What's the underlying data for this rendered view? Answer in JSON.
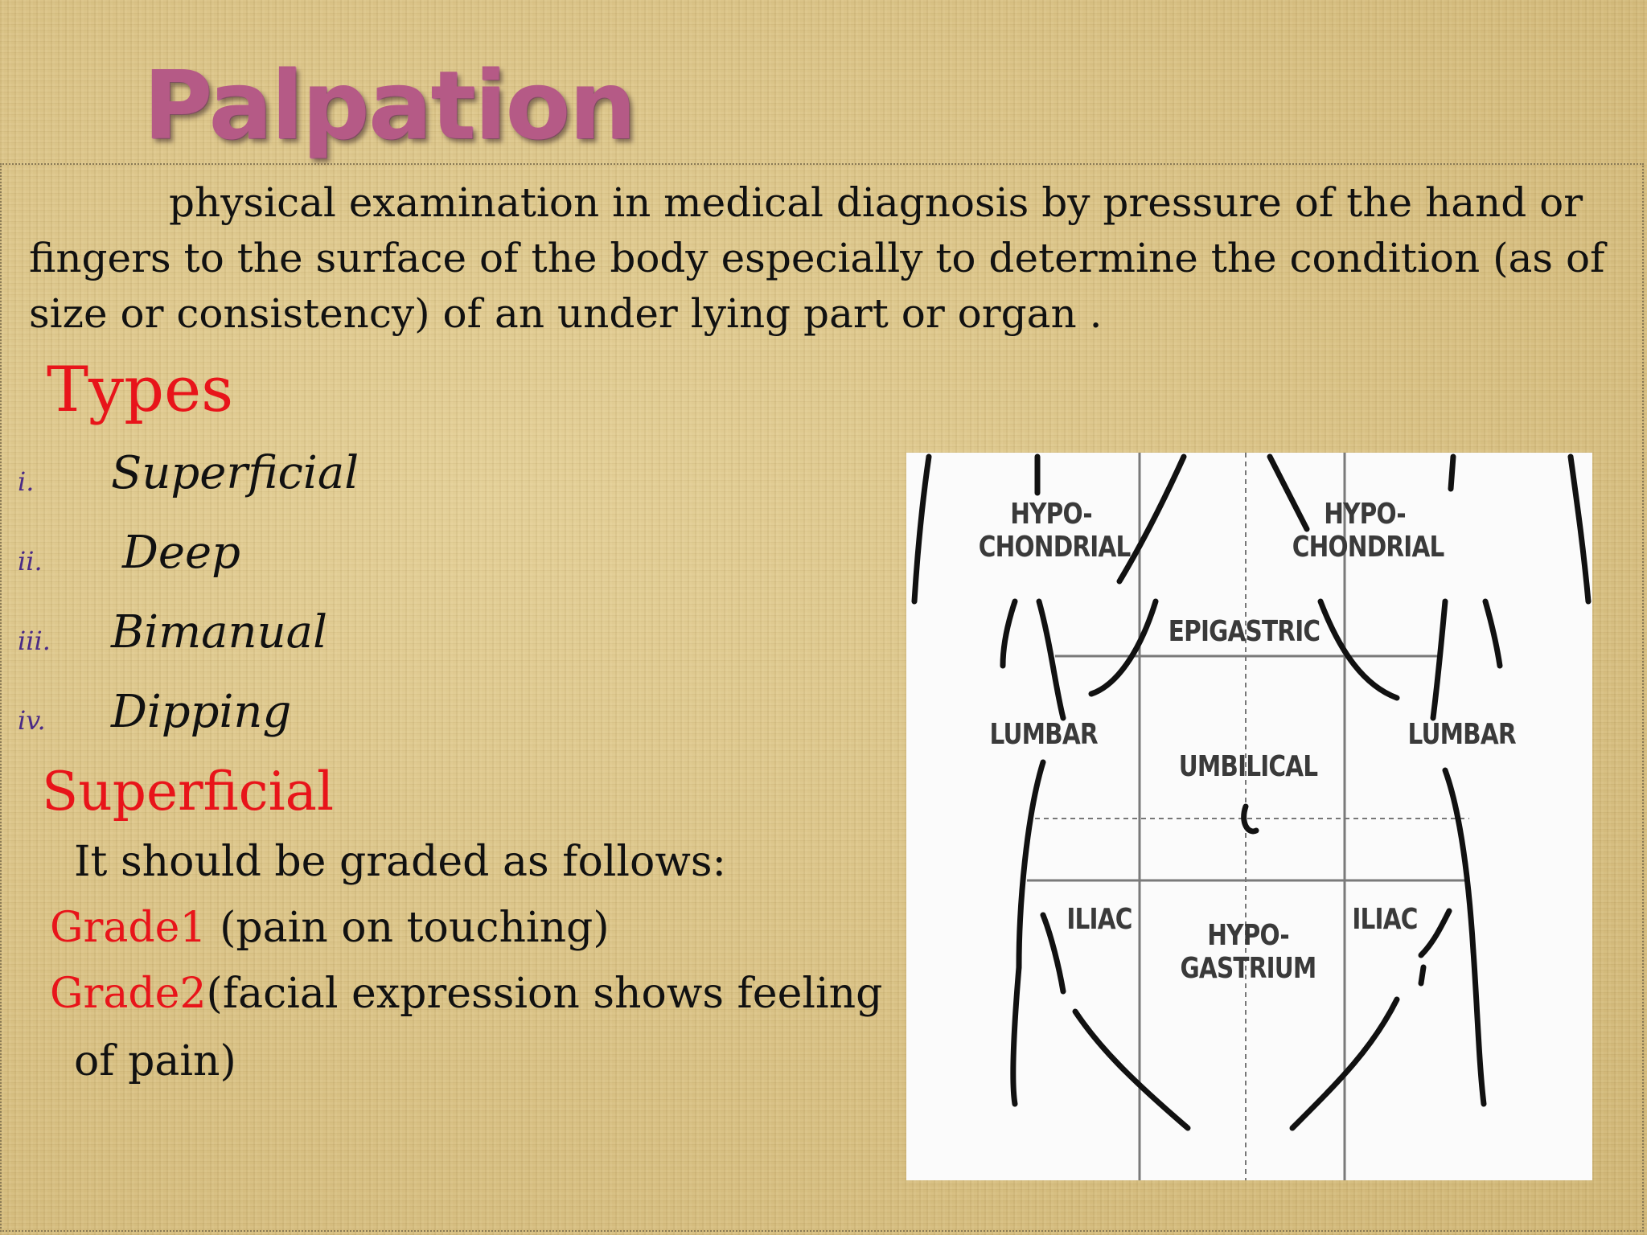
{
  "slide": {
    "title": "Palpation",
    "definition": "physical examination in medical diagnosis by pressure of the hand or fingers to the surface of the body especially to determine the condition (as of size or consistency) of an under lying part or organ .",
    "types_heading": "Types",
    "types": [
      {
        "numeral": "i.",
        "label": "Superficial"
      },
      {
        "numeral": "ii.",
        "label": "Deep"
      },
      {
        "numeral": "iii.",
        "label": "Bimanual"
      },
      {
        "numeral": "iv.",
        "label": "Dipping"
      }
    ],
    "superficial_heading": "Superficial",
    "graded_text": "It should be graded as follows:",
    "grades": [
      {
        "label": "Grade1",
        "text": " (pain on touching)"
      },
      {
        "label": "Grade2",
        "text": "(facial expression shows feeling"
      }
    ],
    "grade2_continuation": "of pain)"
  },
  "diagram": {
    "regions": {
      "left_hypochondrial": {
        "line1": "HYPO-",
        "line2": "CHONDRIAL"
      },
      "right_hypochondrial": {
        "line1": "HYPO-",
        "line2": "CHONDRIAL"
      },
      "epigastric": "EPIGASTRIC",
      "left_lumbar": "LUMBAR",
      "right_lumbar": "LUMBAR",
      "umbilical": "UMBILICAL",
      "left_iliac": "ILIAC",
      "right_iliac": "ILIAC",
      "hypogastrium": {
        "line1": "HYPO-",
        "line2": "GASTRIUM"
      }
    }
  },
  "colors": {
    "background": "#dcc488",
    "title": "#b55a86",
    "accent_red": "#e8141a",
    "numeral_purple": "#4a2a86",
    "body_text": "#111111"
  }
}
